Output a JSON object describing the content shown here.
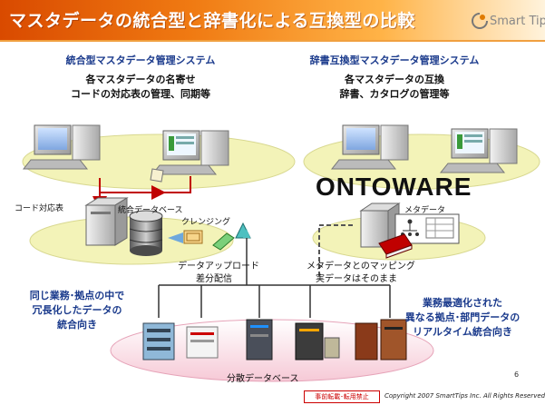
{
  "header": {
    "title": "マスタデータの統合型と辞書化による互換型の比較",
    "logo_text": "Smart Tips"
  },
  "left": {
    "section_title": "統合型マスタデータ管理システム",
    "desc_line1": "各マスタデータの名寄せ",
    "desc_line2": "コードの対応表の管理、同期等",
    "label_code_table": "コード対応表",
    "label_integrated_db": "統合データベース",
    "label_cleansing": "クレンジング",
    "label_upload_line1": "データアップロード",
    "label_upload_line2": "差分配信",
    "note_line1": "同じ業務･拠点の中で",
    "note_line2": "冗長化したデータの",
    "note_line3": "統合向き"
  },
  "right": {
    "section_title": "辞書互換型マスタデータ管理システム",
    "desc_line1": "各マスタデータの互換",
    "desc_line2": "辞書、カタログの管理等",
    "product_name": "ONTOWARE",
    "label_metadata": "メタデータ",
    "label_mapping_line1": "メタデータとのマッピング",
    "label_mapping_line2": "実データはそのまま",
    "note_line1": "業務最適化された",
    "note_line2": "異なる拠点･部門データの",
    "note_line3": "リアルタイム統合向き"
  },
  "bottom": {
    "label_distributed_db": "分散データベース"
  },
  "footer": {
    "page_number": "6",
    "badge": "事前転載･転用禁止",
    "copyright": "Copyright 2007 SmartTips Inc. All Rights Reserved"
  },
  "colors": {
    "title_gradient_start": "#d94a00",
    "title_gradient_end": "#fff3dc",
    "section_title": "#1a3a8c",
    "ellipse_fill": "#f3f3b8",
    "accent_red": "#c00000"
  }
}
